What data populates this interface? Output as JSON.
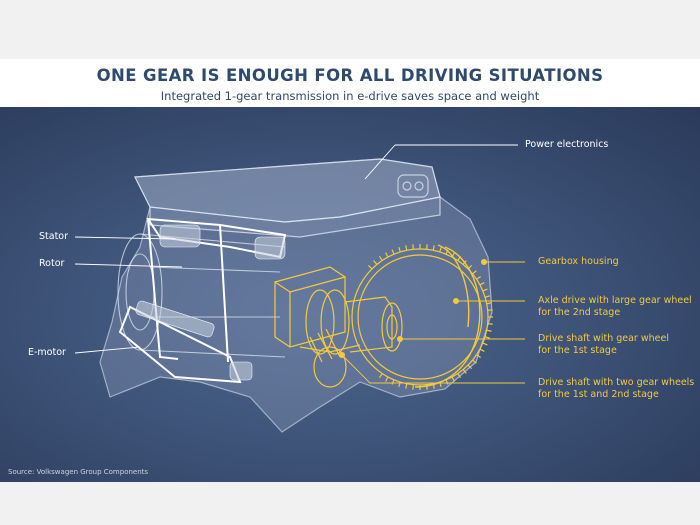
{
  "header": {
    "title": "ONE GEAR IS ENOUGH FOR ALL DRIVING SITUATIONS",
    "subtitle": "Integrated 1-gear transmission in e-drive saves space and weight"
  },
  "labels": {
    "power_electronics": "Power electronics",
    "stator": "Stator",
    "rotor": "Rotor",
    "e_motor": "E-motor",
    "gearbox_housing": "Gearbox housing",
    "axle_drive_line1": "Axle drive with large gear wheel",
    "axle_drive_line2": "for the 2nd stage",
    "drive_shaft_line1": "Drive shaft with gear wheel",
    "drive_shaft_line2": "for the 1st stage",
    "drive_shaft_two_line1": "Drive shaft with two gear wheels",
    "drive_shaft_two_line2": "for the 1st and 2nd stage"
  },
  "footer": {
    "source": "Source: Volkswagen Group Components"
  },
  "colors": {
    "title_text": "#2e4a6d",
    "panel_background": "#3e5479",
    "gear_highlight": "#f3c93f",
    "label_white": "#ffffff"
  }
}
